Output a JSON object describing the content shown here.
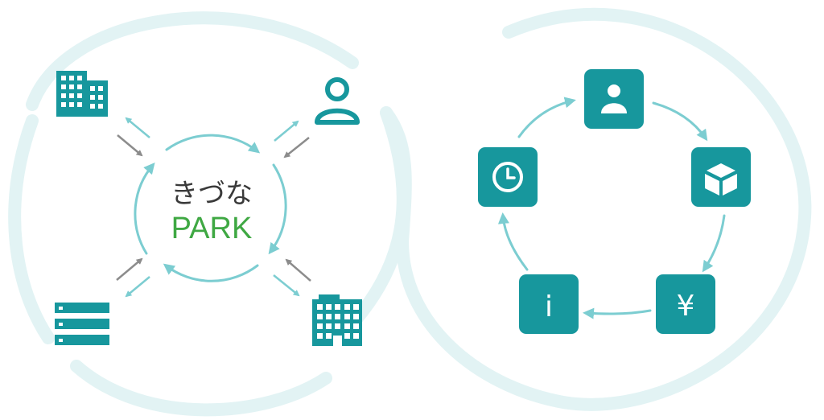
{
  "hub": {
    "name_line1": "きづな",
    "name_line2": "PARK"
  },
  "cycle": {
    "nodes": [
      {
        "icon": "person-icon"
      },
      {
        "icon": "box-icon"
      },
      {
        "icon": "yen-icon",
        "glyph": "¥"
      },
      {
        "icon": "info-icon",
        "glyph": "i"
      },
      {
        "icon": "clock-icon"
      }
    ]
  },
  "colors": {
    "teal": "#17979d",
    "arrow_light": "#7ccdd1",
    "arrow_gray": "#8c8c8c",
    "ring": "#e2f3f4",
    "park_green": "#3fa843",
    "text_dark": "#3a3a3a"
  }
}
